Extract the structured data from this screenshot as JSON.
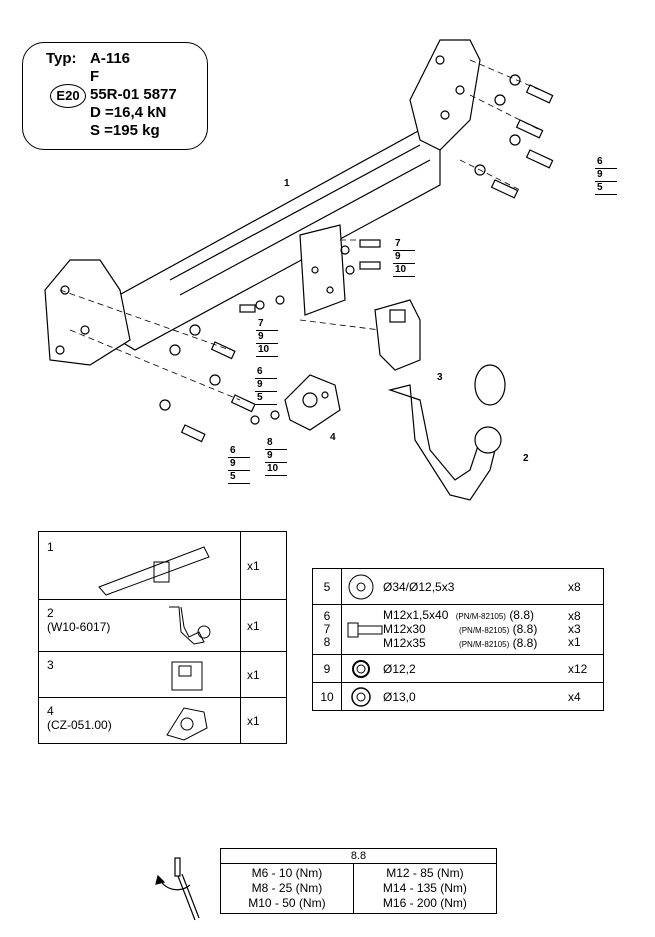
{
  "spec": {
    "typ_label": "Typ:",
    "typ_value": "A-116",
    "class": "F",
    "approval_mark": "E20",
    "approval_number": "55R-01 5877",
    "d_value": "D =16,4 kN",
    "s_value": "S =195 kg"
  },
  "callouts": {
    "top_right": [
      "6",
      "9",
      "5"
    ],
    "mid_right": [
      "7",
      "9",
      "10"
    ],
    "mid_left": [
      "7",
      "9",
      "10"
    ],
    "left_a": [
      "6",
      "9",
      "5"
    ],
    "left_b": [
      "6",
      "9",
      "5"
    ],
    "lower": [
      "8",
      "9",
      "10"
    ],
    "part1": "1",
    "part2": "2",
    "part3": "3",
    "part4": "4"
  },
  "parts": [
    {
      "num": "1",
      "sub": "",
      "qty": "x1",
      "icon": "crossbar-icon"
    },
    {
      "num": "2",
      "sub": "(W10-6017)",
      "qty": "x1",
      "icon": "towball-icon"
    },
    {
      "num": "3",
      "sub": "",
      "qty": "x1",
      "icon": "socket-block-icon"
    },
    {
      "num": "4",
      "sub": "(CZ-051.00)",
      "qty": "x1",
      "icon": "bracket-icon"
    }
  ],
  "bolts": [
    {
      "num": "5",
      "desc": "Ø34/Ø12,5x3",
      "note": "",
      "grade": "",
      "qty": "x8"
    },
    {
      "num": "6",
      "desc": "M12x1,5x40",
      "note": "(PN/M-82105)",
      "grade": "(8.8)",
      "qty": "x8"
    },
    {
      "num": "7",
      "desc": "M12x30",
      "note": "(PN/M-82105)",
      "grade": "(8.8)",
      "qty": "x3"
    },
    {
      "num": "8",
      "desc": "M12x35",
      "note": "(PN/M-82105)",
      "grade": "(8.8)",
      "qty": "x1"
    },
    {
      "num": "9",
      "desc": "Ø12,2",
      "note": "",
      "grade": "",
      "qty": "x12"
    },
    {
      "num": "10",
      "desc": "Ø13,0",
      "note": "",
      "grade": "",
      "qty": "x4"
    }
  ],
  "torque": {
    "grade": "8.8",
    "left": [
      "M6  -  10 (Nm)",
      "M8  -  25 (Nm)",
      "M10  -  50 (Nm)"
    ],
    "right": [
      "M12  -  85 (Nm)",
      "M14  -  135 (Nm)",
      "M16  -  200 (Nm)"
    ]
  }
}
